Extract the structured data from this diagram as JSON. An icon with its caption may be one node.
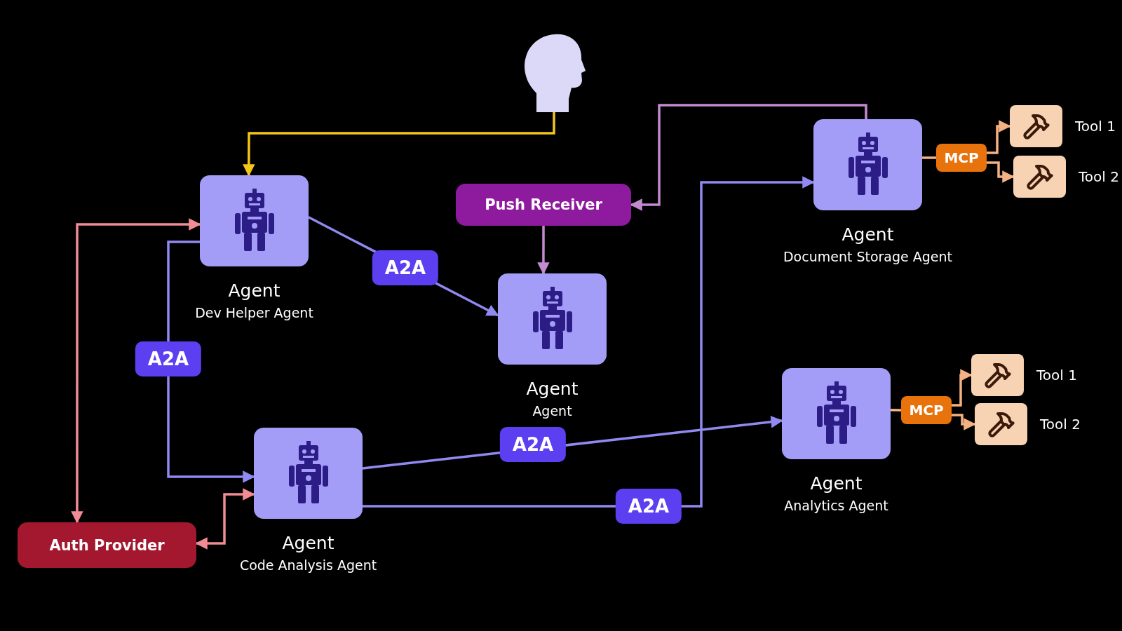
{
  "diagram": {
    "nodes": [
      {
        "text": [],
        "shape": "picture"
      },
      {
        "text": [
          "Agent",
          "Dev Helper Agent"
        ]
      },
      {
        "text": [
          "Push Receiver"
        ]
      },
      {
        "text": [
          "Agent",
          "Agent"
        ]
      },
      {
        "text": [
          "Agent",
          "Document Storage Agent"
        ]
      },
      {
        "text": [
          "MCP"
        ]
      },
      {
        "text": [
          "Tool 1"
        ]
      },
      {
        "text": [
          "Tool 2"
        ]
      },
      {
        "text": [
          "Auth Provider"
        ]
      },
      {
        "text": [
          "Agent",
          "Code Analysis Agent"
        ]
      },
      {
        "text": [
          "Agent",
          "Analytics Agent"
        ]
      },
      {
        "text": [
          "MCP"
        ]
      },
      {
        "text": [
          "Tool 1"
        ]
      },
      {
        "text": [
          "Tool 2"
        ]
      }
    ],
    "edges": [
      {
        "from": 0,
        "to": 1,
        "arrow": "to",
        "color": "#f5c518"
      },
      {
        "from": 1,
        "to": 3,
        "arrow": "to",
        "label": "A2A",
        "color": "#9089f0"
      },
      {
        "from": 4,
        "to": 2,
        "arrow": "to",
        "color": "#c48ad0"
      },
      {
        "from": 2,
        "to": 3,
        "arrow": "to",
        "color": "#c48ad0"
      },
      {
        "from": 4,
        "to": 5,
        "arrow": "none",
        "color": "#f4b183"
      },
      {
        "from": 5,
        "to": 6,
        "arrow": "to",
        "color": "#f4b183"
      },
      {
        "from": 5,
        "to": 7,
        "arrow": "to",
        "color": "#f4b183"
      },
      {
        "from": 8,
        "to": 1,
        "arrow": "both",
        "color": "#f28b95"
      },
      {
        "from": 8,
        "to": 9,
        "arrow": "both",
        "color": "#f28b95"
      },
      {
        "from": 1,
        "to": 9,
        "arrow": "to",
        "label": "A2A",
        "color": "#9089f0"
      },
      {
        "from": 9,
        "to": 10,
        "arrow": "to",
        "label": "A2A",
        "color": "#9089f0"
      },
      {
        "from": 9,
        "to": 4,
        "arrow": "to",
        "label": "A2A",
        "color": "#9089f0"
      },
      {
        "from": 10,
        "to": 11,
        "arrow": "none",
        "color": "#f4b183"
      },
      {
        "from": 11,
        "to": 12,
        "arrow": "to",
        "color": "#f4b183"
      },
      {
        "from": 11,
        "to": 13,
        "arrow": "to",
        "color": "#f4b183"
      }
    ]
  }
}
